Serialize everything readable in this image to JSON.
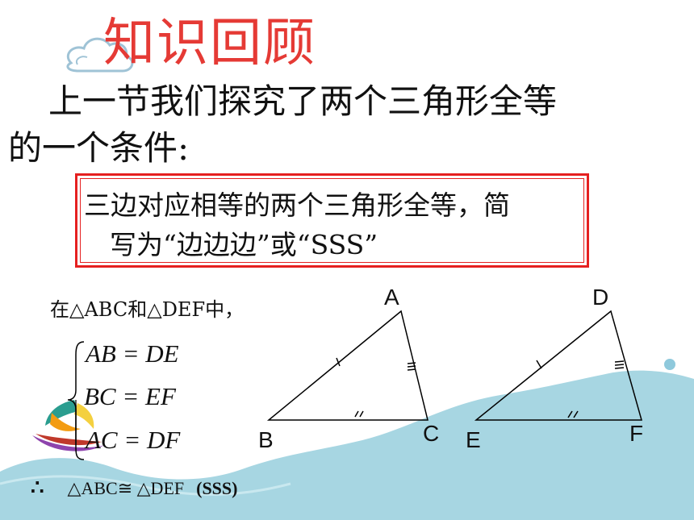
{
  "title": "知识回顾",
  "intro": {
    "line1": "上一节我们探究了两个三角形全等",
    "line2": "的一个条件:"
  },
  "box": {
    "line1": "三边对应相等的两个三角形全等，简",
    "line2": "写为“边边边”或“SSS”"
  },
  "proof": {
    "intro": "在△ABC和△DEF中，",
    "equations": [
      "AB = DE",
      "BC = EF",
      "AC = DF"
    ],
    "therefore": "∴",
    "conclusion": "△ABC≅ △DEF",
    "reason": "(SSS)"
  },
  "triangles": {
    "left": {
      "top": "A",
      "bottom_left": "B",
      "bottom_right": "C"
    },
    "right": {
      "top": "D",
      "bottom_left": "E",
      "bottom_right": "F"
    }
  },
  "colors": {
    "title": "#e53a35",
    "box_border": "#e52020",
    "wave": "#a7d6e2",
    "dot": "#8fc9dc"
  }
}
